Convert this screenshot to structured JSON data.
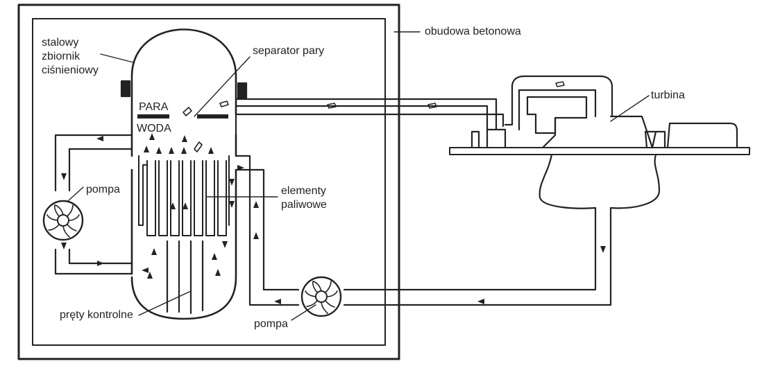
{
  "labels": {
    "concrete_housing": "obudowa betonowa",
    "pressure_vessel_line1": "stalowy",
    "pressure_vessel_line2": "zbiornik",
    "pressure_vessel_line3": "ciśnieniowy",
    "steam_separator": "separator pary",
    "steam": "PARA",
    "water": "WODA",
    "turbine": "turbina",
    "pump_left": "pompa",
    "fuel_elements_line1": "elementy",
    "fuel_elements_line2": "paliwowe",
    "control_rods": "pręty kontrolne",
    "pump_bottom": "pompa"
  },
  "colors": {
    "stroke": "#222222",
    "background": "#ffffff"
  }
}
